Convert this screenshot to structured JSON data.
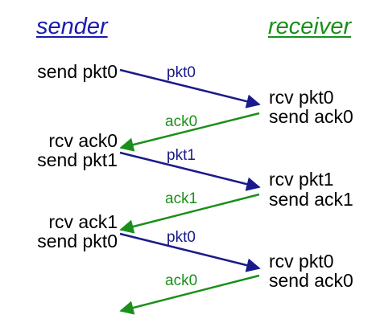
{
  "headers": {
    "sender": "sender",
    "receiver": "receiver"
  },
  "sender_events": [
    {
      "lines": [
        "send pkt0"
      ]
    },
    {
      "lines": [
        "rcv ack0",
        "send pkt1"
      ]
    },
    {
      "lines": [
        "rcv ack1",
        "send pkt0"
      ]
    }
  ],
  "receiver_events": [
    {
      "lines": [
        "rcv pkt0",
        "send ack0"
      ]
    },
    {
      "lines": [
        "rcv pkt1",
        "send ack1"
      ]
    },
    {
      "lines": [
        "rcv pkt0",
        "send ack0"
      ]
    }
  ],
  "messages": [
    {
      "label": "pkt0",
      "direction": "to-receiver"
    },
    {
      "label": "ack0",
      "direction": "to-sender"
    },
    {
      "label": "pkt1",
      "direction": "to-receiver"
    },
    {
      "label": "ack1",
      "direction": "to-sender"
    },
    {
      "label": "pkt0",
      "direction": "to-receiver"
    },
    {
      "label": "ack0",
      "direction": "to-sender"
    }
  ],
  "colors": {
    "packet": "#1a1a8c",
    "ack": "#1a8f1a",
    "sender_header": "#1a1ab0",
    "receiver_header": "#1a8f1a"
  }
}
